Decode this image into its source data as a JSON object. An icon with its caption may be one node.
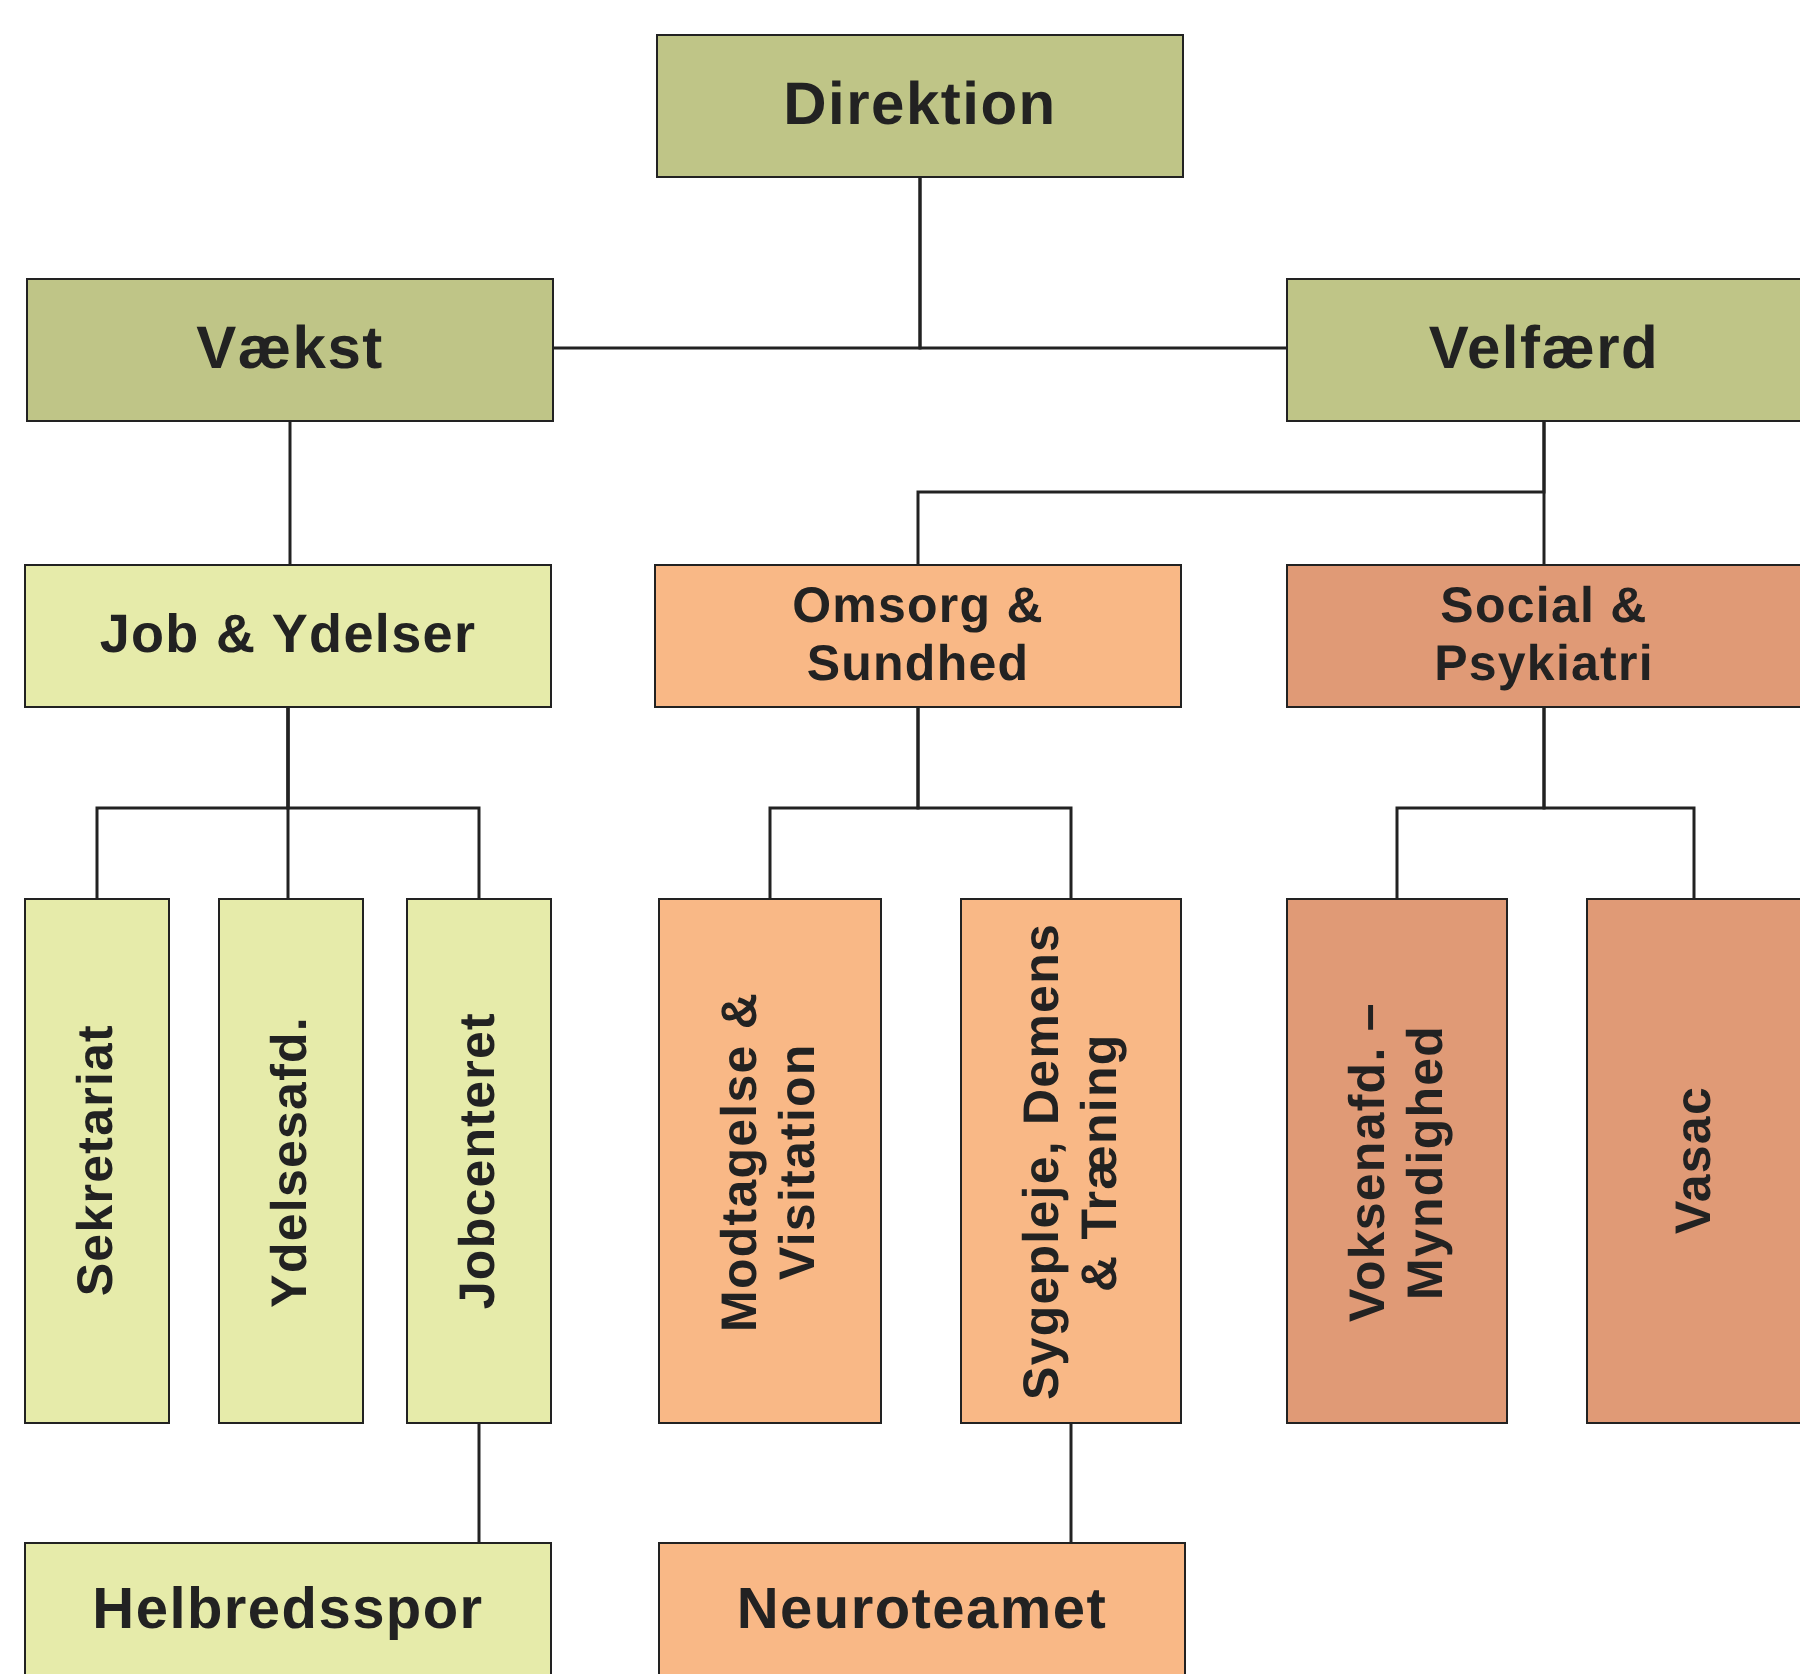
{
  "diagram": {
    "nodes": [
      {
        "text": [
          "Direktion"
        ]
      },
      {
        "text": [
          "Vækst"
        ]
      },
      {
        "text": [
          "Velfærd"
        ]
      },
      {
        "text": [
          "Job & Ydelser"
        ]
      },
      {
        "text": [
          "Omsorg & Sundhed"
        ]
      },
      {
        "text": [
          "Social & Psykiatri"
        ]
      },
      {
        "text": [
          "Sekretariat"
        ]
      },
      {
        "text": [
          "Ydelsesafd."
        ]
      },
      {
        "text": [
          "Jobcenteret"
        ]
      },
      {
        "text": [
          "Modtagelse & Visitation"
        ]
      },
      {
        "text": [
          "Sygepleje, Demens & Træning"
        ]
      },
      {
        "text": [
          "Voksenafd. – Myndighed"
        ]
      },
      {
        "text": [
          "Vasac"
        ]
      },
      {
        "text": [
          "Helbredsspor"
        ]
      },
      {
        "text": [
          "Neuroteamet"
        ]
      }
    ],
    "edges": [
      {
        "from": 0,
        "to": 1,
        "arrow": "none"
      },
      {
        "from": 0,
        "to": 2,
        "arrow": "none"
      },
      {
        "from": 1,
        "to": 3,
        "arrow": "none"
      },
      {
        "from": 2,
        "to": 4,
        "arrow": "none"
      },
      {
        "from": 2,
        "to": 5,
        "arrow": "none"
      },
      {
        "from": 3,
        "to": 6,
        "arrow": "none"
      },
      {
        "from": 3,
        "to": 7,
        "arrow": "none"
      },
      {
        "from": 3,
        "to": 8,
        "arrow": "none"
      },
      {
        "from": 4,
        "to": 9,
        "arrow": "none"
      },
      {
        "from": 4,
        "to": 10,
        "arrow": "none"
      },
      {
        "from": 5,
        "to": 11,
        "arrow": "none"
      },
      {
        "from": 5,
        "to": 12,
        "arrow": "none"
      },
      {
        "from": 8,
        "to": 13,
        "arrow": "none"
      },
      {
        "from": 10,
        "to": 14,
        "arrow": "none"
      }
    ]
  }
}
